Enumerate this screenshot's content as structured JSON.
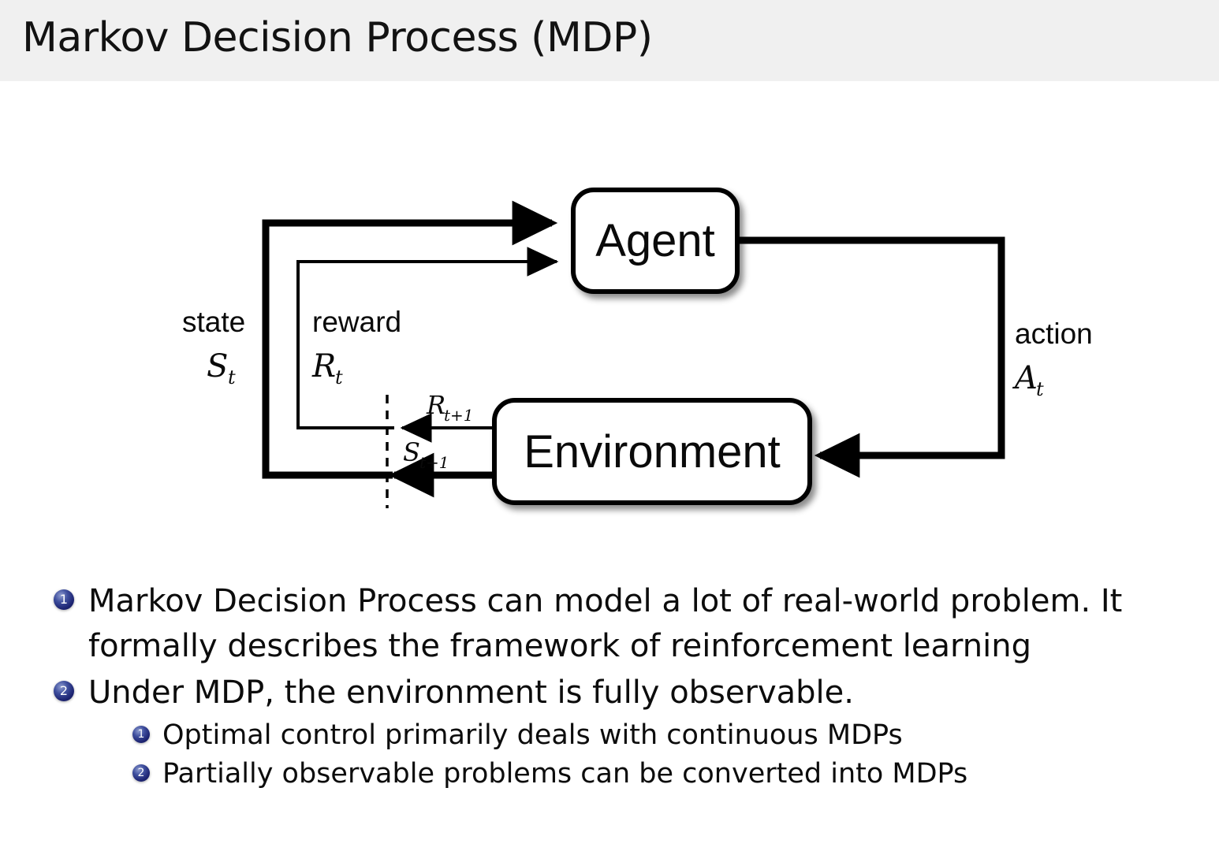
{
  "slide": {
    "title": "Markov Decision Process (MDP)"
  },
  "diagram": {
    "nodes": {
      "agent": "Agent",
      "environment": "Environment"
    },
    "labels": {
      "state_word": "state",
      "state_sym": "S",
      "state_sub": "t",
      "reward_word": "reward",
      "reward_sym": "R",
      "reward_sub": "t",
      "action_word": "action",
      "action_sym": "A",
      "action_sub": "t",
      "reward_next_sym": "R",
      "reward_next_sub": "t+1",
      "state_next_sym": "S",
      "state_next_sub": "t+1"
    }
  },
  "bullets": [
    {
      "number": "1",
      "line1": "Markov Decision Process can model a lot of real-world problem. It",
      "line2": "formally describes the framework of reinforcement learning"
    },
    {
      "number": "2",
      "line1": "Under MDP, the environment is fully observable.",
      "line2": ""
    }
  ],
  "subbullets": [
    {
      "number": "1",
      "text": "Optimal control primarily deals with continuous MDPs"
    },
    {
      "number": "2",
      "text": "Partially observable problems can be converted into MDPs"
    }
  ],
  "colors": {
    "title_bar_bg": "#f0f0f0",
    "bullet_badge": "#1d2472",
    "text": "#0c0c0c",
    "diagram_stroke": "#000000"
  }
}
